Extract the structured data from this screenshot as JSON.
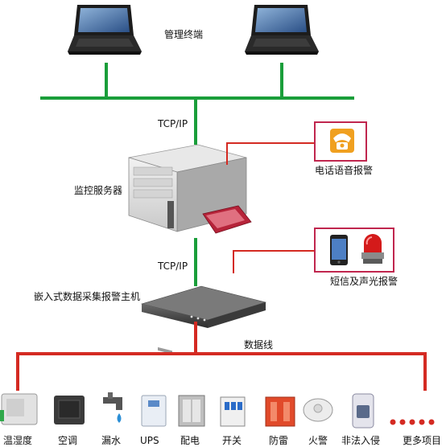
{
  "labels": {
    "management_terminal": "管理终端",
    "tcp_ip_top": "TCP/IP",
    "monitoring_server": "监控服务器",
    "phone_alarm": "电话语音报警",
    "tcp_ip_bottom": "TCP/IP",
    "embedded_host": "嵌入式数据采集报警主机",
    "sms_alarm": "短信及声光报警",
    "data_line": "数据线"
  },
  "devices": [
    {
      "label": "温湿度",
      "icon": "temp-humidity-sensor-icon"
    },
    {
      "label": "空调",
      "icon": "air-conditioner-icon"
    },
    {
      "label": "漏水",
      "icon": "water-leak-icon"
    },
    {
      "label": "UPS",
      "icon": "ups-icon"
    },
    {
      "label": "配电",
      "icon": "power-distribution-icon"
    },
    {
      "label": "开关",
      "icon": "switch-icon"
    },
    {
      "label": "防雷",
      "icon": "lightning-protection-icon"
    },
    {
      "label": "火警",
      "icon": "smoke-detector-icon"
    },
    {
      "label": "非法入侵",
      "icon": "intrusion-sensor-icon"
    },
    {
      "label": "更多项目",
      "icon": "more-dots-icon"
    }
  ],
  "colors": {
    "network_line": "#1a9e3a",
    "data_line": "#d42a22",
    "alarm_box_border": "#c0264e"
  }
}
